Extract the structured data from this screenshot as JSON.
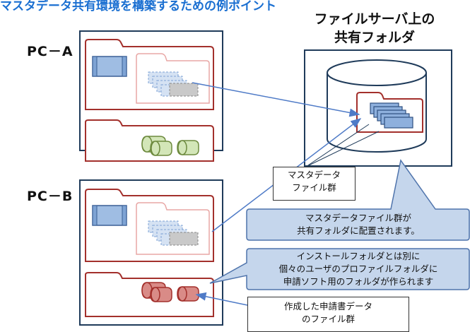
{
  "header": {
    "banner": "マスタデータ共有環境を構築するための例ポイント"
  },
  "pc_a": {
    "label": "PC－A"
  },
  "pc_b": {
    "label": "PC－B"
  },
  "server": {
    "title_line1": "ファイルサーバ上の",
    "title_line2": "共有フォルダ"
  },
  "callouts": {
    "master_files_line1": "マスタデータ",
    "master_files_line2": "ファイル群",
    "placed_line1": "マスタデータファイル群が",
    "placed_line2": "共有フォルダに配置されます。",
    "profile_line1": "インストールフォルダとは別に",
    "profile_line2": "個々のユーザのプロファイルフォルダに",
    "profile_line3": "申請ソフト用のフォルダが作られます",
    "created_line1": "作成した申請書データ",
    "created_line2": "のファイル群"
  },
  "colors": {
    "machine_border": "#1f3b5a",
    "folder_red": "#a3302c",
    "folder_pink": "#e8a7a5",
    "callout_fill": "#c5d6ec",
    "callout_border": "#4f74ac",
    "arrow": "#4f7bc7",
    "doc_blue": "#8eb0dd",
    "scroll_green": "#d3e6b8",
    "scroll_red": "#d98b87"
  }
}
